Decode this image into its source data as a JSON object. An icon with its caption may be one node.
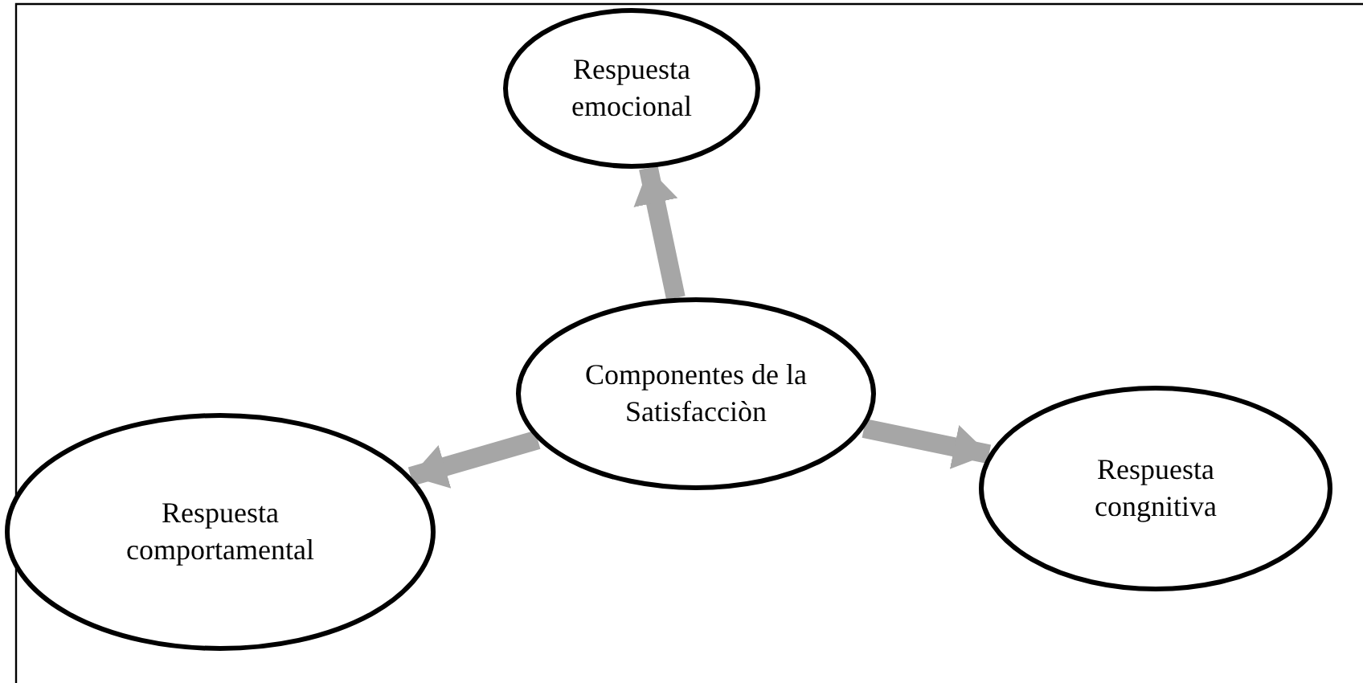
{
  "diagram": {
    "nodes": [
      {
        "text": [
          "Respuesta emocional"
        ]
      },
      {
        "text": [
          "Componentes de la Satisfacciòn"
        ]
      },
      {
        "text": [
          "Respuesta comportamental"
        ]
      },
      {
        "text": [
          "Respuesta congnitiva"
        ]
      }
    ],
    "edges": [
      {
        "from": 1,
        "to": 0,
        "arrow": "to"
      },
      {
        "from": 1,
        "to": 2,
        "arrow": "to"
      },
      {
        "from": 1,
        "to": 3,
        "arrow": "to"
      }
    ]
  }
}
